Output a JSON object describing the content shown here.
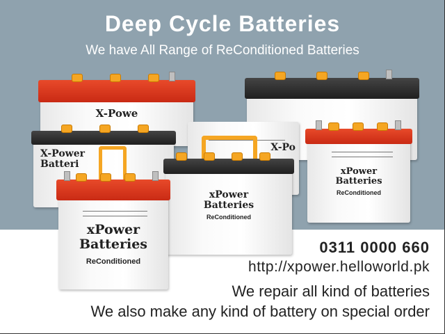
{
  "header": {
    "title": "Deep Cycle Batteries",
    "subtitle": "We have All Range of ReConditioned Batteries"
  },
  "batteries": [
    {
      "brand": "X-Powe",
      "lid": "red"
    },
    {
      "brand": "",
      "lid": "black"
    },
    {
      "brand": "X-Power",
      "line2": "Batteri",
      "lid": "black"
    },
    {
      "brand": "X-Po",
      "lid": "black"
    },
    {
      "brand": "xPower",
      "line2": "Batteries",
      "sub": "ReConditioned",
      "lid": "red"
    },
    {
      "brand": "xPower",
      "line2": "Batteries",
      "sub": "ReConditioned",
      "lid": "black"
    },
    {
      "brand": "xPower",
      "line2": "Batteries",
      "sub": "ReConditioned",
      "lid": "red"
    }
  ],
  "contact": {
    "phone": "0311 0000 660",
    "url": "http://xpower.helloworld.pk",
    "line1": "We repair all kind of batteries",
    "line2": "We also make any kind of battery on special order"
  },
  "colors": {
    "background": "#8fa2ae",
    "lid_red": "#d9361c",
    "cap": "#f5a623"
  }
}
